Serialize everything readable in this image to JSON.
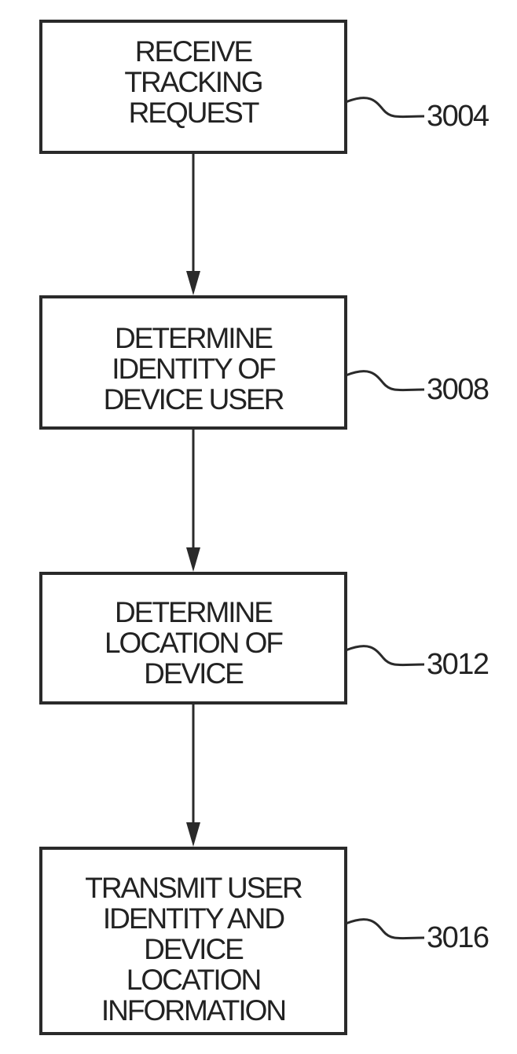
{
  "steps": [
    {
      "lines": [
        "RECEIVE",
        "TRACKING",
        "REQUEST"
      ],
      "ref": "3004"
    },
    {
      "lines": [
        "DETERMINE",
        "IDENTITY OF",
        "DEVICE USER"
      ],
      "ref": "3008"
    },
    {
      "lines": [
        "DETERMINE",
        "LOCATION OF",
        "DEVICE"
      ],
      "ref": "3012"
    },
    {
      "lines": [
        "TRANSMIT USER",
        "IDENTITY AND",
        "DEVICE",
        "LOCATION",
        "INFORMATION"
      ],
      "ref": "3016"
    }
  ]
}
